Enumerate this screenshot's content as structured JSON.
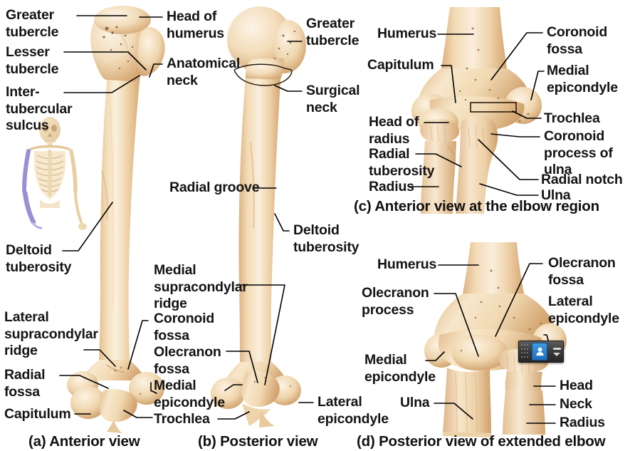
{
  "figure": {
    "background_color": "#ffffff",
    "bone_color_light": "#f6e4c8",
    "bone_color_mid": "#e8c89a",
    "bone_color_dark": "#cda costs",
    "label_color": "#141414",
    "leader_color": "#000000"
  },
  "panels": [
    {
      "id": "a",
      "caption": "(a) Anterior view"
    },
    {
      "id": "b",
      "caption": "(b) Posterior view"
    },
    {
      "id": "c",
      "caption": "(c) Anterior view at the elbow region"
    },
    {
      "id": "d",
      "caption": "(d) Posterior view of extended elbow"
    }
  ],
  "panel_a_labels": [
    {
      "text": "Greater\ntubercle"
    },
    {
      "text": "Lesser\ntubercle"
    },
    {
      "text": "Inter-\ntubercular\nsulcus"
    },
    {
      "text": "Deltoid\ntuberosity"
    },
    {
      "text": "Lateral\nsupracondylar\nridge"
    },
    {
      "text": "Radial\nfossa"
    },
    {
      "text": "Capitulum"
    },
    {
      "text": "Head of\nhumerus"
    },
    {
      "text": "Anatomical\nneck"
    },
    {
      "text": "Coronoid\nfossa"
    },
    {
      "text": "Medial\nepicondyle"
    },
    {
      "text": "Trochlea"
    }
  ],
  "panel_b_labels": [
    {
      "text": "Greater\ntubercle"
    },
    {
      "text": "Surgical\nneck"
    },
    {
      "text": "Radial groove"
    },
    {
      "text": "Deltoid\ntuberosity"
    },
    {
      "text": "Medial\nsupracondylar\nridge"
    },
    {
      "text": "Olecranon\nfossa"
    },
    {
      "text": "Lateral\nepicondyle"
    }
  ],
  "panel_c_labels": [
    {
      "text": "Humerus"
    },
    {
      "text": "Capitulum"
    },
    {
      "text": "Head of\nradius"
    },
    {
      "text": "Radial\ntuberosity"
    },
    {
      "text": "Radius"
    },
    {
      "text": "Coronoid\nfossa"
    },
    {
      "text": "Medial\nepicondyle"
    },
    {
      "text": "Trochlea"
    },
    {
      "text": "Coronoid\nprocess of\nulna"
    },
    {
      "text": "Radial notch"
    },
    {
      "text": "Ulna"
    }
  ],
  "panel_d_labels": [
    {
      "text": "Humerus"
    },
    {
      "text": "Olecranon\nprocess"
    },
    {
      "text": "Medial\nepicondyle"
    },
    {
      "text": "Ulna"
    },
    {
      "text": "Olecranon\nfossa"
    },
    {
      "text": "Lateral\nepicondyle"
    },
    {
      "text": "Head"
    },
    {
      "text": "Neck"
    },
    {
      "text": "Radius"
    }
  ],
  "labels": {
    "a_greater_tubercle": "Greater\ntubercle",
    "a_lesser_tubercle": "Lesser\ntubercle",
    "a_intertubercular_sulcus": "Inter-\ntubercular\nsulcus",
    "a_deltoid_tuberosity": "Deltoid\ntuberosity",
    "a_lateral_supracondylar_ridge": "Lateral\nsupracondylar\nridge",
    "a_radial_fossa": "Radial\nfossa",
    "a_capitulum": "Capitulum",
    "a_head_of_humerus": "Head of\nhumerus",
    "a_anatomical_neck": "Anatomical\nneck",
    "b_greater_tubercle": "Greater\ntubercle",
    "b_surgical_neck": "Surgical\nneck",
    "b_radial_groove": "Radial groove",
    "b_deltoid_tuberosity": "Deltoid\ntuberosity",
    "b_medial_supracondylar_ridge": "Medial\nsupracondylar\nridge",
    "b_coronoid_fossa": "Coronoid\nfossa",
    "b_olecranon_fossa": "Olecranon\nfossa",
    "b_medial_epicondyle": "Medial\nepicondyle",
    "b_trochlea": "Trochlea",
    "b_lateral_epicondyle": "Lateral\nepicondyle",
    "c_humerus": "Humerus",
    "c_capitulum": "Capitulum",
    "c_head_of_radius": "Head of\nradius",
    "c_radial_tuberosity": "Radial\ntuberosity",
    "c_radius": "Radius",
    "c_coronoid_fossa": "Coronoid\nfossa",
    "c_medial_epicondyle": "Medial\nepicondyle",
    "c_trochlea": "Trochlea",
    "c_coronoid_process_of_ulna": "Coronoid\nprocess of\nulna",
    "c_radial_notch": "Radial notch",
    "c_ulna": "Ulna",
    "d_humerus": "Humerus",
    "d_olecranon_process": "Olecranon\nprocess",
    "d_medial_epicondyle": "Medial\nepicondyle",
    "d_ulna": "Ulna",
    "d_olecranon_fossa": "Olecranon\nfossa",
    "d_lateral_epicondyle": "Lateral\nepicondyle",
    "d_head": "Head",
    "d_neck": "Neck",
    "d_radius": "Radius"
  },
  "captions": {
    "a": "(a) Anterior view",
    "b": "(b) Posterior view",
    "c": "(c) Anterior view at the elbow region",
    "d": "(d) Posterior view of extended elbow"
  },
  "orientation_icon": {
    "name": "skeleton-orientation-figure",
    "highlight_color": "#9b8fd4",
    "bone_color": "#f0d9b0"
  },
  "toolbar_widget": {
    "name": "floating-toolbar",
    "grip_name": "drag-grip-icon",
    "user_button_name": "user-avatar-icon",
    "minimize_name": "minimize-icon",
    "dropdown_name": "chevron-down-icon",
    "background_color": "#3a3a3a",
    "accent_color": "#2f86cf"
  }
}
